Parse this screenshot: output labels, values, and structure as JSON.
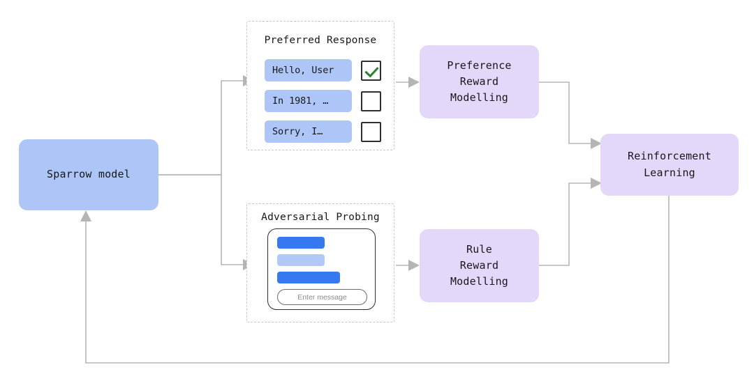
{
  "diagram": {
    "title_hidden": "Sparrow training pipeline",
    "colors": {
      "node_blue": "#aec6f7",
      "node_purple": "#e3d7fa",
      "bubble_strong_blue": "#3578f0",
      "bubble_light_blue": "#b0c9f8",
      "connector_gray": "#b5b5b5",
      "dashed_border": "#c6c6c6",
      "check_green": "#2e7d32"
    },
    "nodes": {
      "sparrow": {
        "label": "Sparrow model"
      },
      "preference_reward_modelling": {
        "label": "Preference\nReward\nModelling"
      },
      "rule_reward_modelling": {
        "label": "Rule\nReward\nModelling"
      },
      "reinforcement_learning": {
        "label": "Reinforcement\nLearning"
      }
    },
    "groups": {
      "preferred_response": {
        "title": "Preferred Response",
        "options": [
          {
            "text": "Hello, User",
            "checked": true
          },
          {
            "text": "In 1981, …",
            "checked": false
          },
          {
            "text": "Sorry, I…",
            "checked": false
          }
        ]
      },
      "adversarial_probing": {
        "title": "Adversarial Probing",
        "chat": {
          "bubbles": [
            {
              "variant": "strong"
            },
            {
              "variant": "light"
            },
            {
              "variant": "strong"
            }
          ],
          "input_placeholder": "Enter message"
        }
      }
    }
  }
}
